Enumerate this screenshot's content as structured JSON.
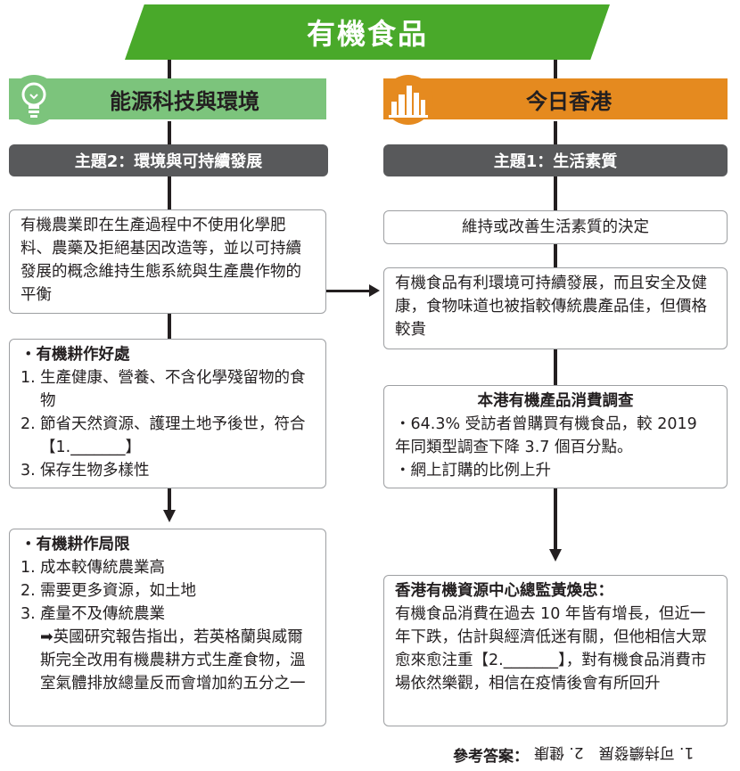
{
  "title": "有機食品",
  "left": {
    "heading": "能源科技與環境",
    "theme": "主題2：環境與可持續發展",
    "box1": "有機農業即在生產過程中不使用化學肥料、農藥及拒絕基因改造等，並以可持續發展的概念維持生態系統與生產農作物的平衡",
    "box2": {
      "title": "・有機耕作好處",
      "items": [
        {
          "n": "1.",
          "text": "生產健康、營養、不含化學殘留物的食物"
        },
        {
          "n": "2.",
          "text": "節省天然資源、護理土地予後世，符合【1._______】"
        },
        {
          "n": "3.",
          "text": "保存生物多樣性"
        }
      ]
    },
    "box3": {
      "title": "・有機耕作局限",
      "items": [
        {
          "n": "1.",
          "text": "成本較傳統農業高"
        },
        {
          "n": "2.",
          "text": "需要更多資源，如土地"
        },
        {
          "n": "3.",
          "text": "產量不及傳統農業"
        }
      ],
      "note": "➡英國研究報告指出，若英格蘭與威爾斯完全改用有機農耕方式生產食物，溫室氣體排放總量反而會增加約五分之一"
    }
  },
  "right": {
    "heading": "今日香港",
    "theme": "主題1：生活素質",
    "box1": "維持或改善生活素質的決定",
    "box2": "有機食品有利環境可持續發展，而且安全及健康，食物味道也被指較傳統農產品佳，但價格較貴",
    "box3": {
      "title": "本港有機產品消費調查",
      "items": [
        "・64.3% 受訪者曾購買有機食品，較 2019 年同類型調查下降 3.7 個百分點。",
        "・網上訂購的比例上升"
      ]
    },
    "box4": {
      "title": "香港有機資源中心總監黃煥忠：",
      "text": "有機食品消費在過去 10 年皆有增長，但近一年下跌，估計與經濟低迷有關，但他相信大眾愈來愈注重【2._______】，對有機食品消費市場依然樂觀，相信在疫情後會有所回升"
    }
  },
  "answers": {
    "label": "參考答案：",
    "text": "1. 可持續發展　2. 健康"
  },
  "colors": {
    "banner": "#49a92a",
    "left_heading": "#7cc47c",
    "right_heading": "#e58a1f",
    "theme_bar": "#58595b"
  },
  "icons": [
    "lightbulb-icon",
    "city-skyline-icon"
  ]
}
